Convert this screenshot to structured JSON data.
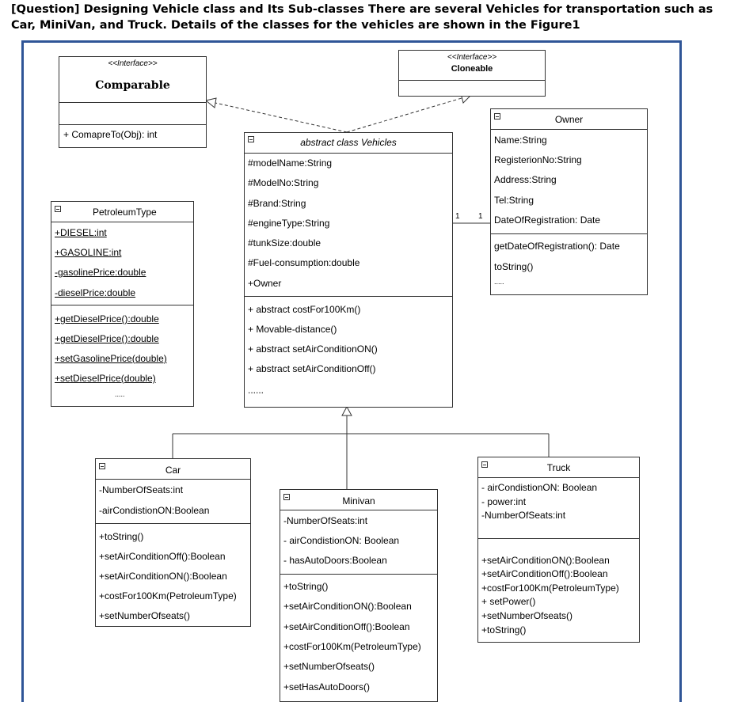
{
  "question": "[Question] Designing Vehicle class and Its Sub-classes There are several Vehicles for transportation such as Car, MiniVan, and Truck.  Details of the classes for the vehicles are shown in the Figure1",
  "comparable": {
    "stereotype": "<<Interface>>",
    "name": "Comparable",
    "method": "+ ComapreTo(Obj): int"
  },
  "cloneable": {
    "stereotype": "<<Interface>>",
    "name": "Cloneable"
  },
  "vehicles": {
    "name": "abstract class Vehicles",
    "attributes": [
      "#modelName:String",
      "#ModelNo:String",
      "#Brand:String",
      "#engineType:String",
      "#tunkSize:double",
      "#Fuel-consumption:double",
      "+Owner"
    ],
    "methods": [
      "+ abstract costFor100Km()",
      "+ Movable-distance()",
      "+ abstract setAirConditionON()",
      "+ abstract setAirConditionOff()",
      "......"
    ]
  },
  "owner": {
    "name": "Owner",
    "attributes": [
      "Name:String",
      "RegisterionNo:String",
      "Address:String",
      "Tel:String",
      "DateOfRegistration: Date"
    ],
    "methods": [
      "getDateOfRegistration(): Date",
      "toString()",
      "....."
    ]
  },
  "association": {
    "left": "1",
    "right": "1"
  },
  "petroleum": {
    "name": "PetroleumType",
    "attributes": [
      "+DIESEL:int",
      "+GASOLINE:int",
      "-gasolinePrice:double",
      "-dieselPrice:double"
    ],
    "methods": [
      "+getDieselPrice():double",
      "+getDieselPrice():double",
      "+setGasolinePrice(double)",
      "+setDieselPrice(double)",
      "....."
    ]
  },
  "car": {
    "name": "Car",
    "attributes": [
      "-NumberOfSeats:int",
      "-airCondistionON:Boolean"
    ],
    "methods": [
      "+toString()",
      "+setAirConditionOff():Boolean",
      "+setAirConditionON():Boolean",
      "+costFor100Km(PetroleumType)",
      "+setNumberOfseats()"
    ]
  },
  "minivan": {
    "name": "Minivan",
    "attributes": [
      "-NumberOfSeats:int",
      "- airCondistionON: Boolean",
      "- hasAutoDoors:Boolean"
    ],
    "methods": [
      "+toString()",
      "+setAirConditionON():Boolean",
      "+setAirConditionOff():Boolean",
      "+costFor100Km(PetroleumType)",
      "+setNumberOfseats()",
      "+setHasAutoDoors()"
    ]
  },
  "truck": {
    "name": "Truck",
    "attributes": [
      "- airCondistionON: Boolean",
      "- power:int",
      "-NumberOfSeats:int"
    ],
    "methods": [
      "+setAirConditionON():Boolean",
      "+setAirConditionOff():Boolean",
      "+costFor100Km(PetroleumType)",
      "+ setPower()",
      "+setNumberOfseats()",
      "+toString()"
    ]
  }
}
